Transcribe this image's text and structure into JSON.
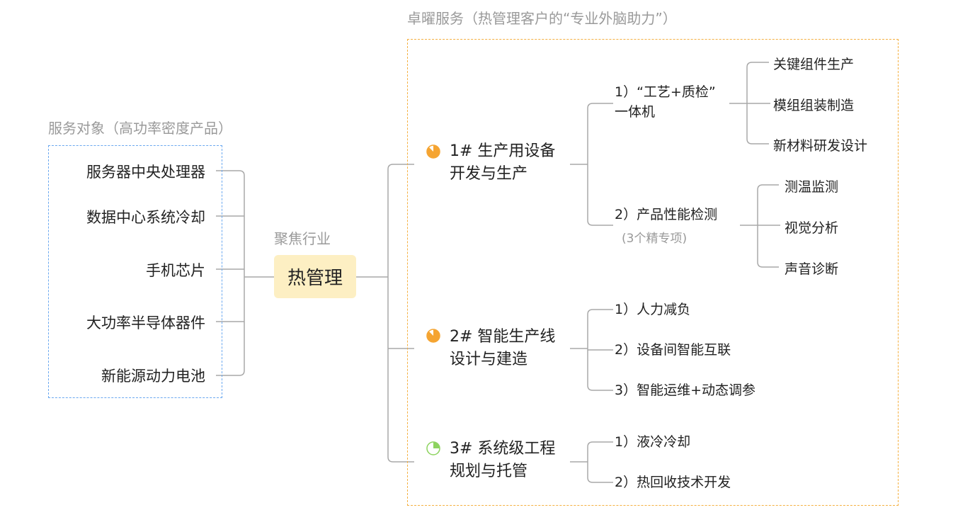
{
  "left_group": {
    "title": "服务对象（高功率密度产品）",
    "items": [
      "服务器中央处理器",
      "数据中心系统冷却",
      "手机芯片",
      "大功率半导体器件",
      "新能源动力电池"
    ]
  },
  "center": {
    "label": "聚焦行业",
    "title": "热管理"
  },
  "right_group": {
    "title": "卓曜服务（热管理客户的“专业外脑助力”）",
    "branches": [
      {
        "line1": "1# 生产用设备",
        "line2": "开发与生产",
        "progress": 0.875,
        "color": "#f5a431",
        "children": [
          {
            "line1": "1）“工艺+质检”",
            "line2": "一体机",
            "items": [
              "关键组件生产",
              "模组组装制造",
              "新材料研发设计"
            ]
          },
          {
            "line1": "2）产品性能检测",
            "note": "(3个精专项)",
            "items": [
              "测温监测",
              "视觉分析",
              "声音诊断"
            ]
          }
        ]
      },
      {
        "line1": "2# 智能生产线",
        "line2": "设计与建造",
        "progress": 0.875,
        "color": "#f5a431",
        "children": [
          "1）人力减负",
          "2）设备间智能互联",
          "3）智能运维+动态调参"
        ]
      },
      {
        "line1": "3# 系统级工程",
        "line2": "规划与托管",
        "progress": 0.25,
        "color": "#8dd35f",
        "children": [
          "1）液冷冷却",
          "2）热回收技术开发"
        ]
      }
    ]
  },
  "colors": {
    "left_border": "#6aa8f0",
    "right_border": "#f5b041",
    "center_fill": "#fdefc3",
    "connector": "#a9a9a9"
  }
}
